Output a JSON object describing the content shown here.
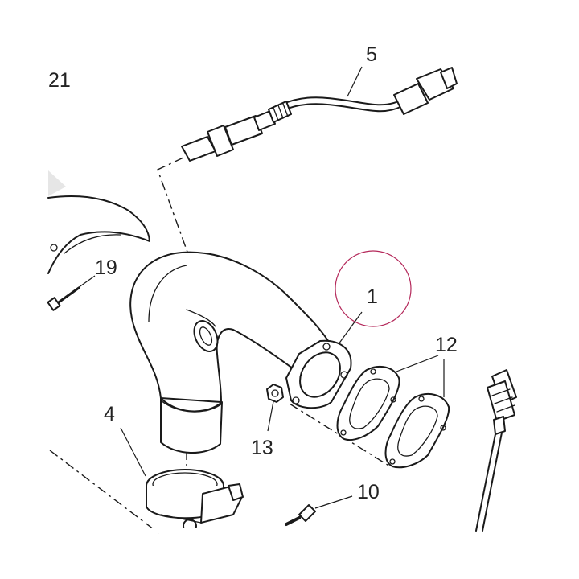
{
  "callouts": {
    "c21": "21",
    "c5": "5",
    "c19": "19",
    "c1": "1",
    "c12": "12",
    "c4": "4",
    "c13": "13",
    "c10": "10"
  },
  "colors": {
    "line": "#1a1a1a",
    "highlight_circle": "#b4285a",
    "text": "#222222"
  },
  "icons": [
    "oxygen-sensor",
    "exhaust-header-pipe",
    "flange-gasket",
    "exhaust-clamp",
    "nut",
    "bolt",
    "sensor-connector"
  ]
}
